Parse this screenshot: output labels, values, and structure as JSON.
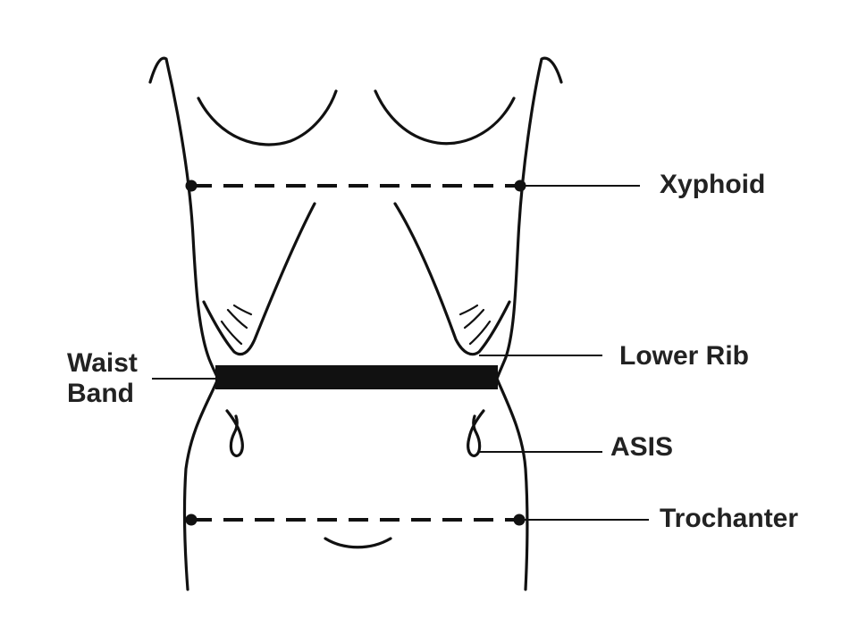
{
  "labels": {
    "xyphoid": "Xyphoid",
    "lower_rib": "Lower Rib",
    "waist_band_line1": "Waist",
    "waist_band_line2": "Band",
    "asis": "ASIS",
    "trochanter": "Trochanter"
  },
  "colors": {
    "line": "#111111",
    "band": "#111111",
    "text": "#222222",
    "background": "#ffffff"
  }
}
